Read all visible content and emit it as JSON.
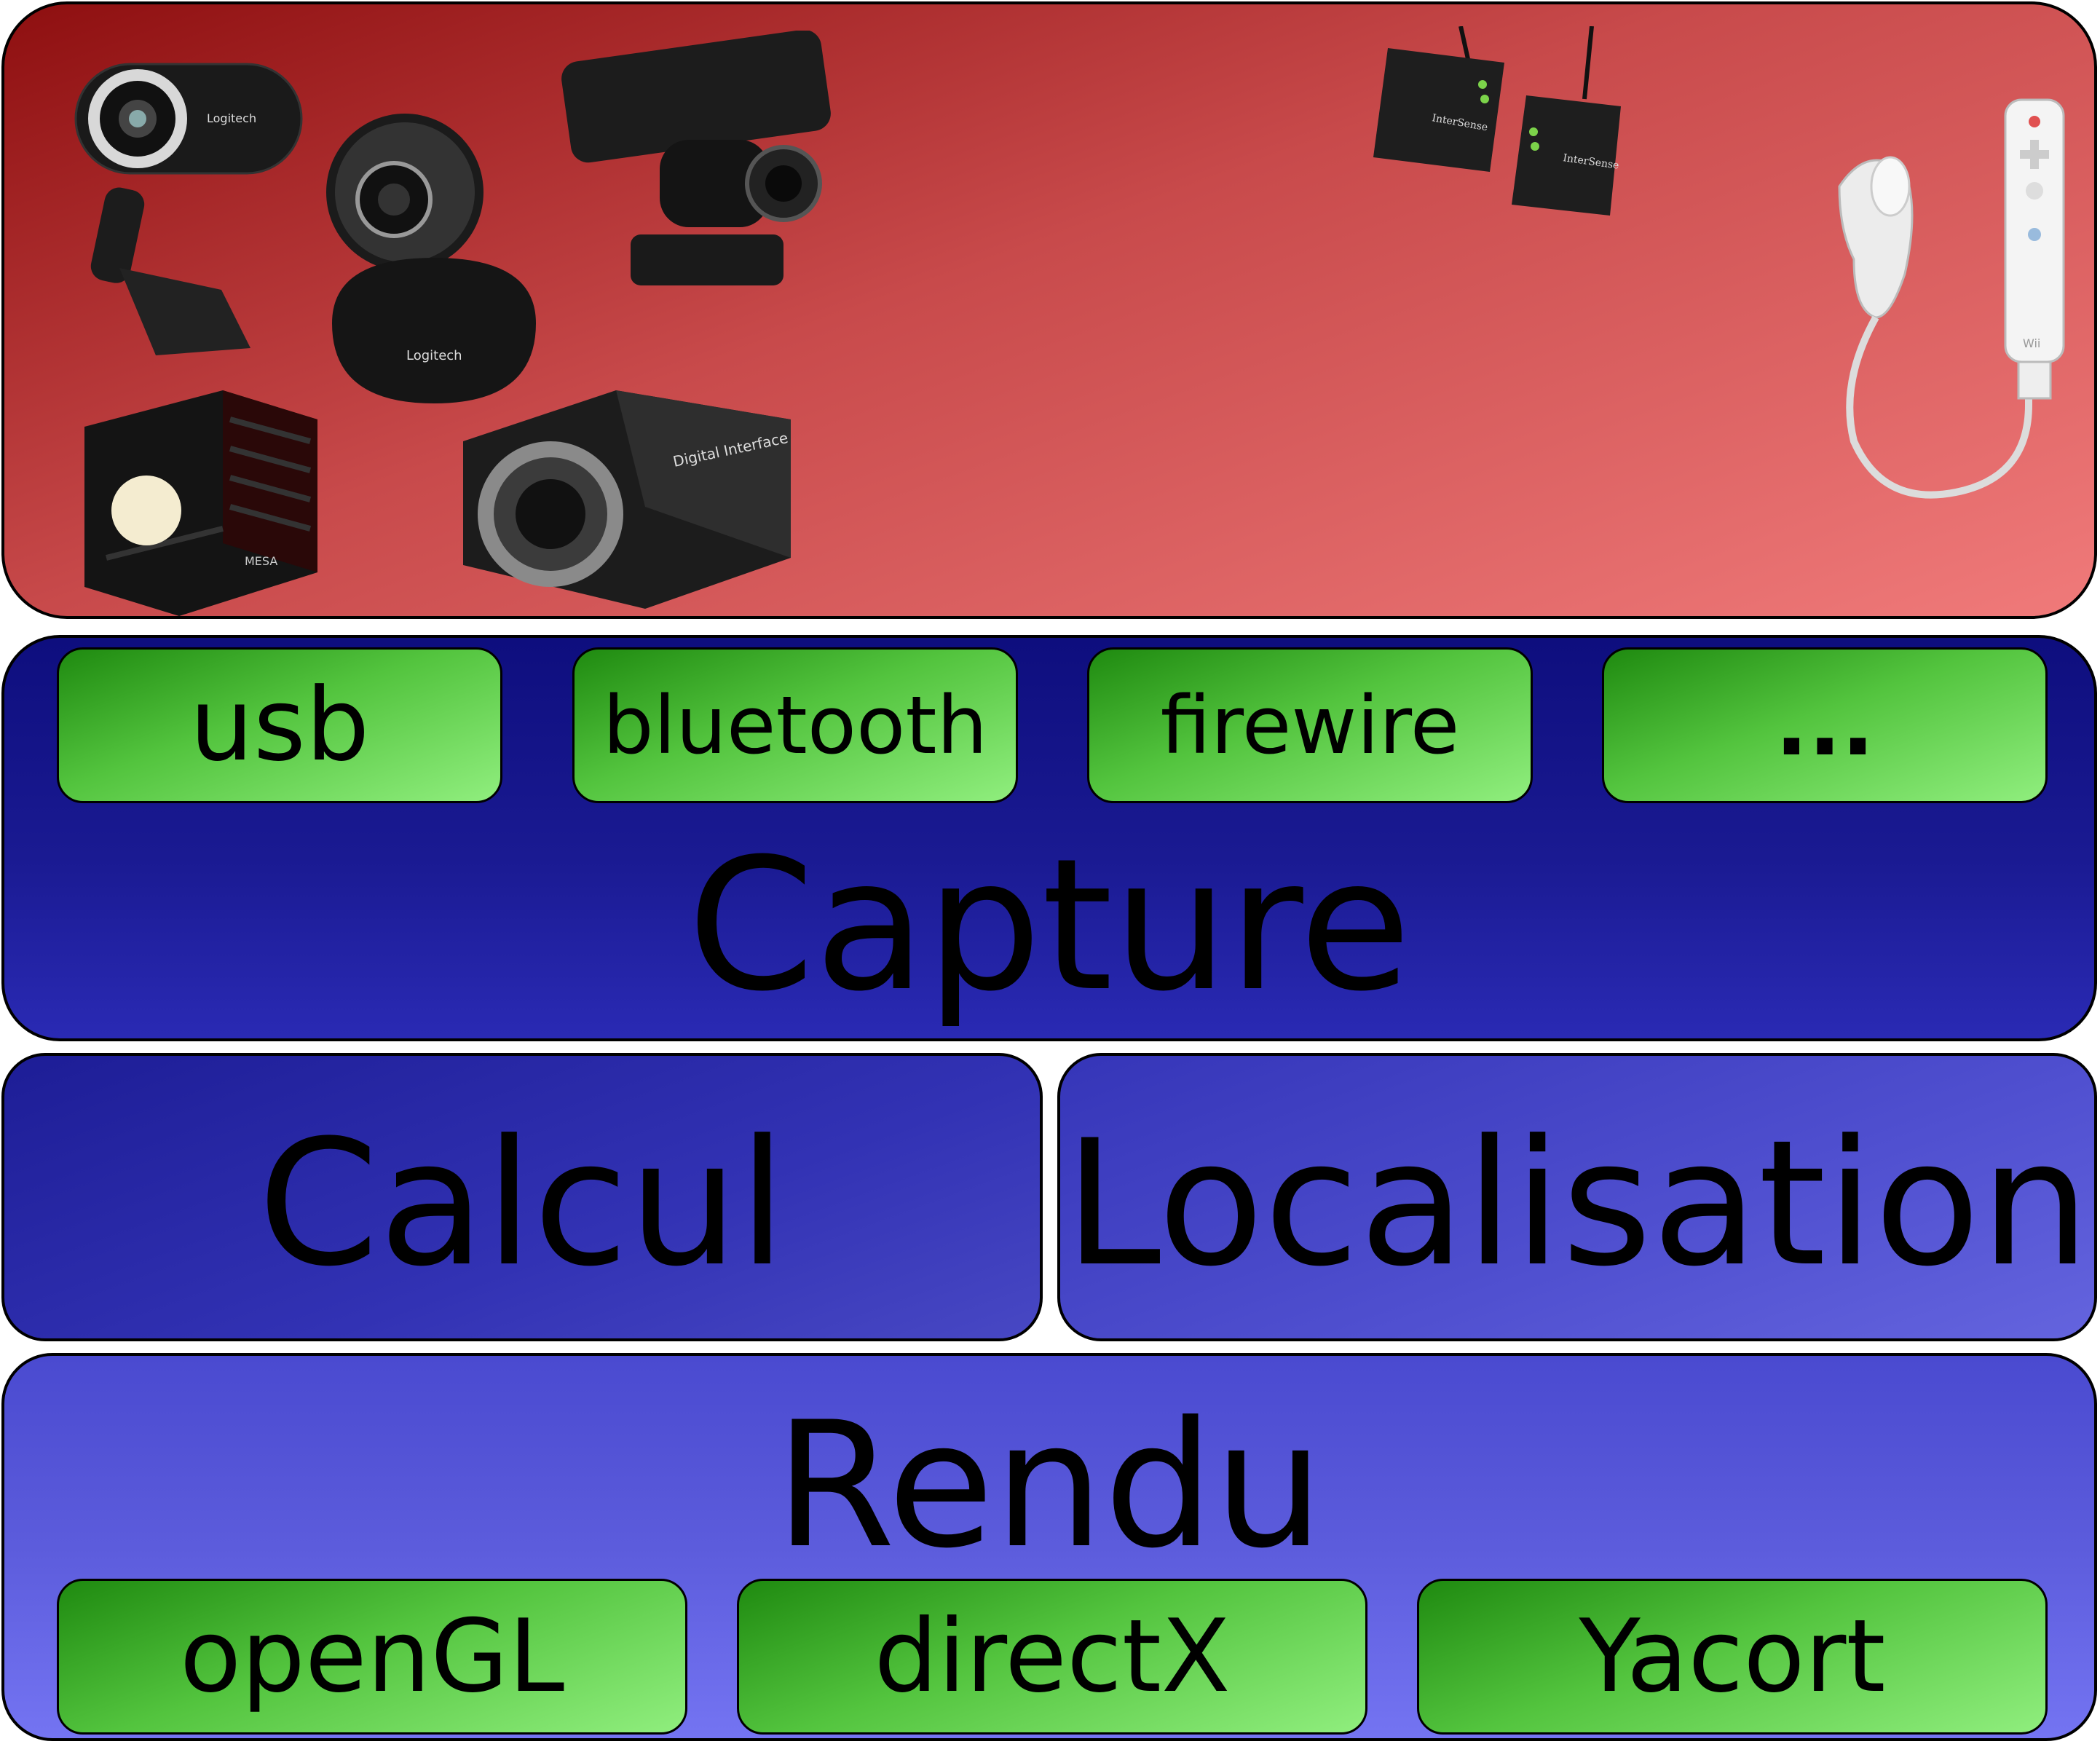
{
  "devices": {
    "items": [
      {
        "name": "logitech-webcam-pro",
        "label": "Logitech"
      },
      {
        "name": "logitech-orbit-camera",
        "label": "Logitech"
      },
      {
        "name": "playstation-eye-camera",
        "label": ""
      },
      {
        "name": "mesa-tof-camera",
        "label": "MESA"
      },
      {
        "name": "firewire-industrial-camera",
        "label": "Digital Interface"
      },
      {
        "name": "intersense-receiver",
        "label": "InterSense"
      },
      {
        "name": "intersense-sensor",
        "label": "InterSense"
      },
      {
        "name": "wii-nunchuk",
        "label": ""
      },
      {
        "name": "wii-remote",
        "label": "Wii"
      }
    ]
  },
  "capture": {
    "title": "Capture",
    "interfaces": [
      "usb",
      "bluetooth",
      "firewire",
      "..."
    ]
  },
  "calcul": {
    "title": "Calcul"
  },
  "localisation": {
    "title": "Localisation"
  },
  "rendu": {
    "title": "Rendu",
    "engines": [
      "openGL",
      "directX",
      "Yacort"
    ]
  },
  "colors": {
    "device_panel_start": "#8e0f10",
    "device_panel_end": "#f07a7a",
    "capture_panel": "#14148a",
    "calcul_panel": "#3232b4",
    "localisation_panel": "#5050d0",
    "rendu_panel": "#5c5cdc",
    "chip_start": "#1f8a10",
    "chip_end": "#90ee7e"
  }
}
